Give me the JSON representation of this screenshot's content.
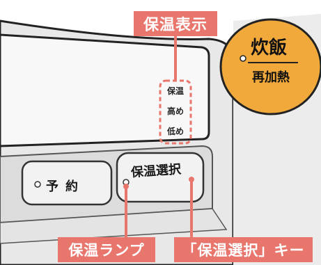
{
  "callouts": {
    "keep_warm_display": "保温表示",
    "keep_warm_lamp": "保温ランプ",
    "select_key": "「保温選択」キー"
  },
  "display": {
    "modes": [
      "保温",
      "高め",
      "低め"
    ]
  },
  "keys": {
    "reserve": "予約",
    "keep_warm_select": "保温選択"
  },
  "cook_button": {
    "main": "炊飯",
    "sub": "再加熱"
  },
  "colors": {
    "callout": "#e8766c",
    "panel": "#e6e6e6",
    "cook_button": "#f2a93b"
  }
}
